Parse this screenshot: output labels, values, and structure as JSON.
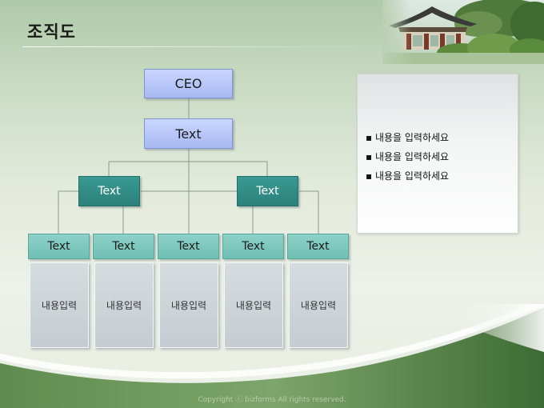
{
  "title": "조직도",
  "org": {
    "ceo": "CEO",
    "level2": "Text",
    "mid_left": "Text",
    "mid_right": "Text",
    "leaves": [
      {
        "label": "Text",
        "content": "내용입력"
      },
      {
        "label": "Text",
        "content": "내용입력"
      },
      {
        "label": "Text",
        "content": "내용입력"
      },
      {
        "label": "Text",
        "content": "내용입력"
      },
      {
        "label": "Text",
        "content": "내용입력"
      }
    ]
  },
  "panel": {
    "bullets": [
      "내용을 입력하세요",
      "내용을 입력하세요",
      "내용을 입력하세요"
    ]
  },
  "footer": {
    "copyright": "Copyright ⓒ bizforms All rights reserved."
  },
  "colors": {
    "ceo_box": "#b4c4f8",
    "mid_box": "#2f8c86",
    "leaf_box": "#7dc8bd",
    "content_box": "#cfd6d9",
    "background": "#e4ecdc"
  }
}
